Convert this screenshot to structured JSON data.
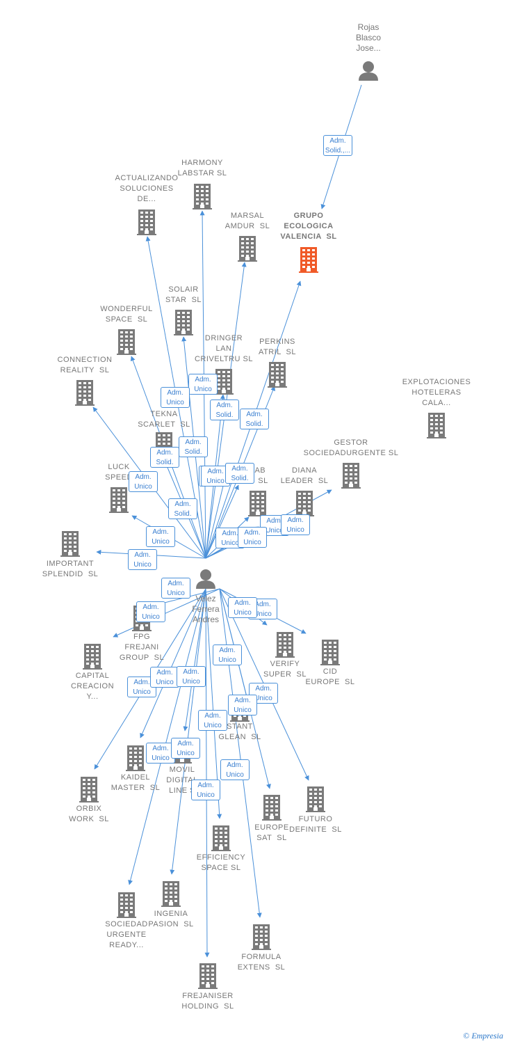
{
  "footer": {
    "copyright": "©",
    "brand": "Empresia"
  },
  "persons": [
    {
      "id": "rojas",
      "label": "Rojas\nBlasco\nJose..."
    },
    {
      "id": "velez",
      "label": "Velez\nFerrera\nAndres"
    }
  ],
  "companies": [
    {
      "id": "grupo",
      "label": "GRUPO\nECOLOGICA\nVALENCIA  SL",
      "focus": true
    },
    {
      "id": "harmony",
      "label": "HARMONY\nLABSTAR SL"
    },
    {
      "id": "actualizando",
      "label": "ACTUALIZANDO\nSOLUCIONES\nDE..."
    },
    {
      "id": "marsal",
      "label": "MARSAL\nAMDUR  SL"
    },
    {
      "id": "solair",
      "label": "SOLAIR\nSTAR  SL"
    },
    {
      "id": "wonderful",
      "label": "WONDERFUL\nSPACE  SL"
    },
    {
      "id": "dringer",
      "label": "DRINGER\nLAN\nCRIVELTRU SL"
    },
    {
      "id": "perkins",
      "label": "PERKINS\nATRIL  SL"
    },
    {
      "id": "connection",
      "label": "CONNECTION\nREALITY  SL"
    },
    {
      "id": "explotaciones",
      "label": "EXPLOTACIONES\nHOTELERAS\nCALA..."
    },
    {
      "id": "tekna",
      "label": "TEKNA\nSCARLET  SL"
    },
    {
      "id": "gestor",
      "label": "GESTOR\nSOCIEDADURGENTE SL"
    },
    {
      "id": "luck",
      "label": "LUCK\nSPEED"
    },
    {
      "id": "lab",
      "label": "LAB\nE  SL"
    },
    {
      "id": "diana",
      "label": "DIANA\nLEADER  SL"
    },
    {
      "id": "important",
      "label": "IMPORTANT\nSPLENDID  SL"
    },
    {
      "id": "fpg",
      "label": "FPG\nFREJANI\nGROUP  SL"
    },
    {
      "id": "capital",
      "label": "CAPITAL\nCREACION\nY..."
    },
    {
      "id": "verify",
      "label": "VERIFY\nSUPER  SL"
    },
    {
      "id": "cid",
      "label": "CID\nEUROPE  SL"
    },
    {
      "id": "instant",
      "label": "STANT\nGLEAN  SL"
    },
    {
      "id": "kaidel",
      "label": "KAIDEL\nMASTER  SL"
    },
    {
      "id": "movil",
      "label": "MOVIL\nDIGITAL\nLINE S"
    },
    {
      "id": "orbix",
      "label": "ORBIX\nWORK  SL"
    },
    {
      "id": "europe",
      "label": "EUROPE\nSAT  SL"
    },
    {
      "id": "futuro",
      "label": "FUTURO\nDEFINITE  SL"
    },
    {
      "id": "efficiency",
      "label": "EFFICIENCY\nSPACE SL"
    },
    {
      "id": "sociedad",
      "label": "SOCIEDAD\nURGENTE\nREADY..."
    },
    {
      "id": "ingenia",
      "label": "INGENIA\nPASION  SL"
    },
    {
      "id": "formula",
      "label": "FORMULA\nEXTENS  SL"
    },
    {
      "id": "frejaniser",
      "label": "FREJANISER\nHOLDING  SL"
    }
  ],
  "edge_labels": [
    "Adm.\nSolid.,...",
    "Adm.\nUnico",
    "Adm.\nUnico",
    "Adm.\nSolid.",
    "Adm.\nSolid.",
    "Adm.\nSolid.",
    "Adm.\nSolid.",
    "Adm.\nUnico",
    "Adm.\nSolid.",
    "Adm.\nUnico",
    "Adm.\nSolid.",
    "Adm.\nUnico",
    "Adm.\nUnico",
    "Adm.\nUnico",
    "Adm.\nUnico",
    "Adm.\nUnico",
    "Adm.\nUnico",
    "Adm.\nUnico",
    "Adm.\nSolid.",
    "Adm.\nUnico",
    "Adm.\nUnico",
    "Adm.\nUnico",
    "Adm.\nUnico",
    "Adm.\nUnico",
    "Adm.\nUnico",
    "Adm.\nUnico",
    "Adm.\nUnico",
    "Adm.\nUnico",
    "Adm.\nUnico",
    "Adm.\nUnico",
    "Adm.\nUnico",
    "Adm.\nUnico",
    "Adm.\nUnico",
    "Adm.\nUnico"
  ],
  "colors": {
    "edge": "#4a90d9",
    "building": "#7a7a7a",
    "focus_building": "#f05a28",
    "person": "#7a7a7a"
  }
}
